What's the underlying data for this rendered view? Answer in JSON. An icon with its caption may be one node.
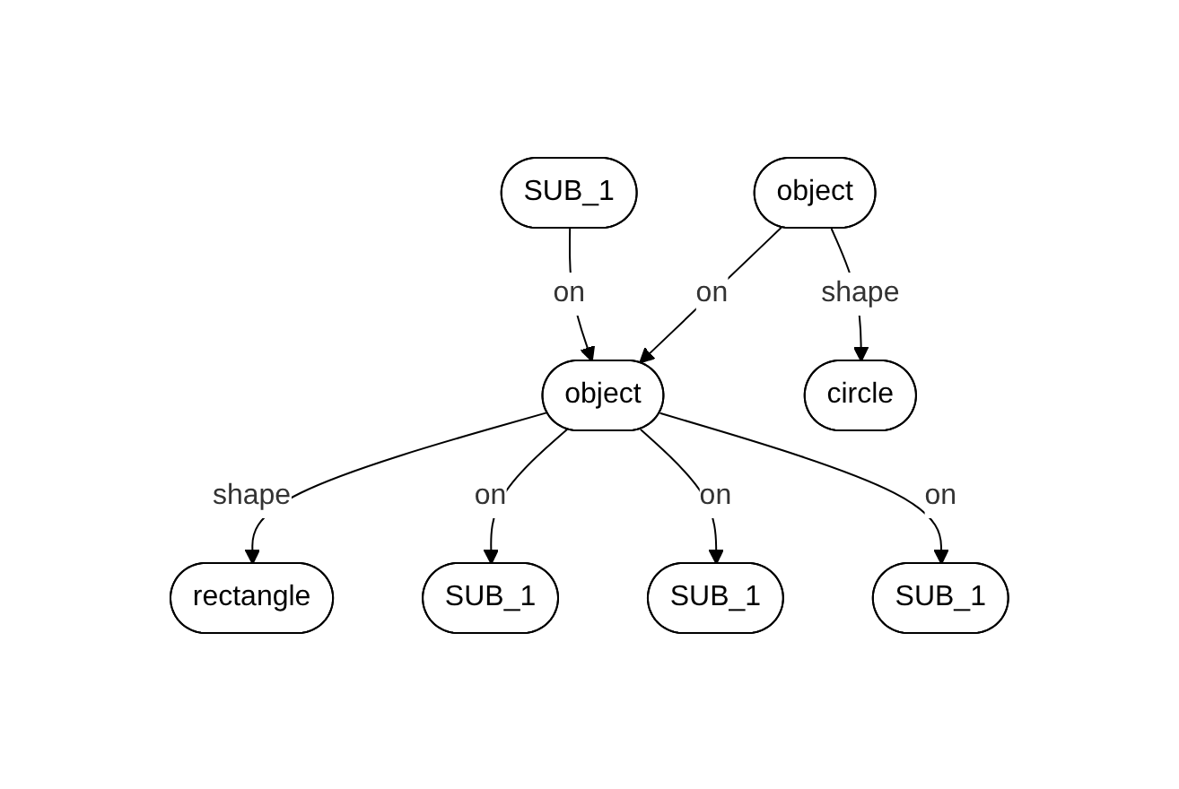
{
  "diagram": {
    "nodes": [
      {
        "text": [
          "SUB_1"
        ]
      },
      {
        "text": [
          "object"
        ]
      },
      {
        "text": [
          "circle"
        ]
      },
      {
        "text": [
          "object"
        ]
      },
      {
        "text": [
          "rectangle"
        ]
      },
      {
        "text": [
          "SUB_1"
        ]
      },
      {
        "text": [
          "SUB_1"
        ]
      },
      {
        "text": [
          "SUB_1"
        ]
      }
    ],
    "edges": [
      {
        "from": 0,
        "to": 3,
        "arrow": "to",
        "label": "on"
      },
      {
        "from": 1,
        "to": 3,
        "arrow": "to",
        "label": "on"
      },
      {
        "from": 1,
        "to": 2,
        "arrow": "to",
        "label": "shape"
      },
      {
        "from": 3,
        "to": 4,
        "arrow": "to",
        "label": "shape"
      },
      {
        "from": 3,
        "to": 5,
        "arrow": "to",
        "label": "on"
      },
      {
        "from": 3,
        "to": 6,
        "arrow": "to",
        "label": "on"
      },
      {
        "from": 3,
        "to": 7,
        "arrow": "to",
        "label": "on"
      }
    ]
  }
}
